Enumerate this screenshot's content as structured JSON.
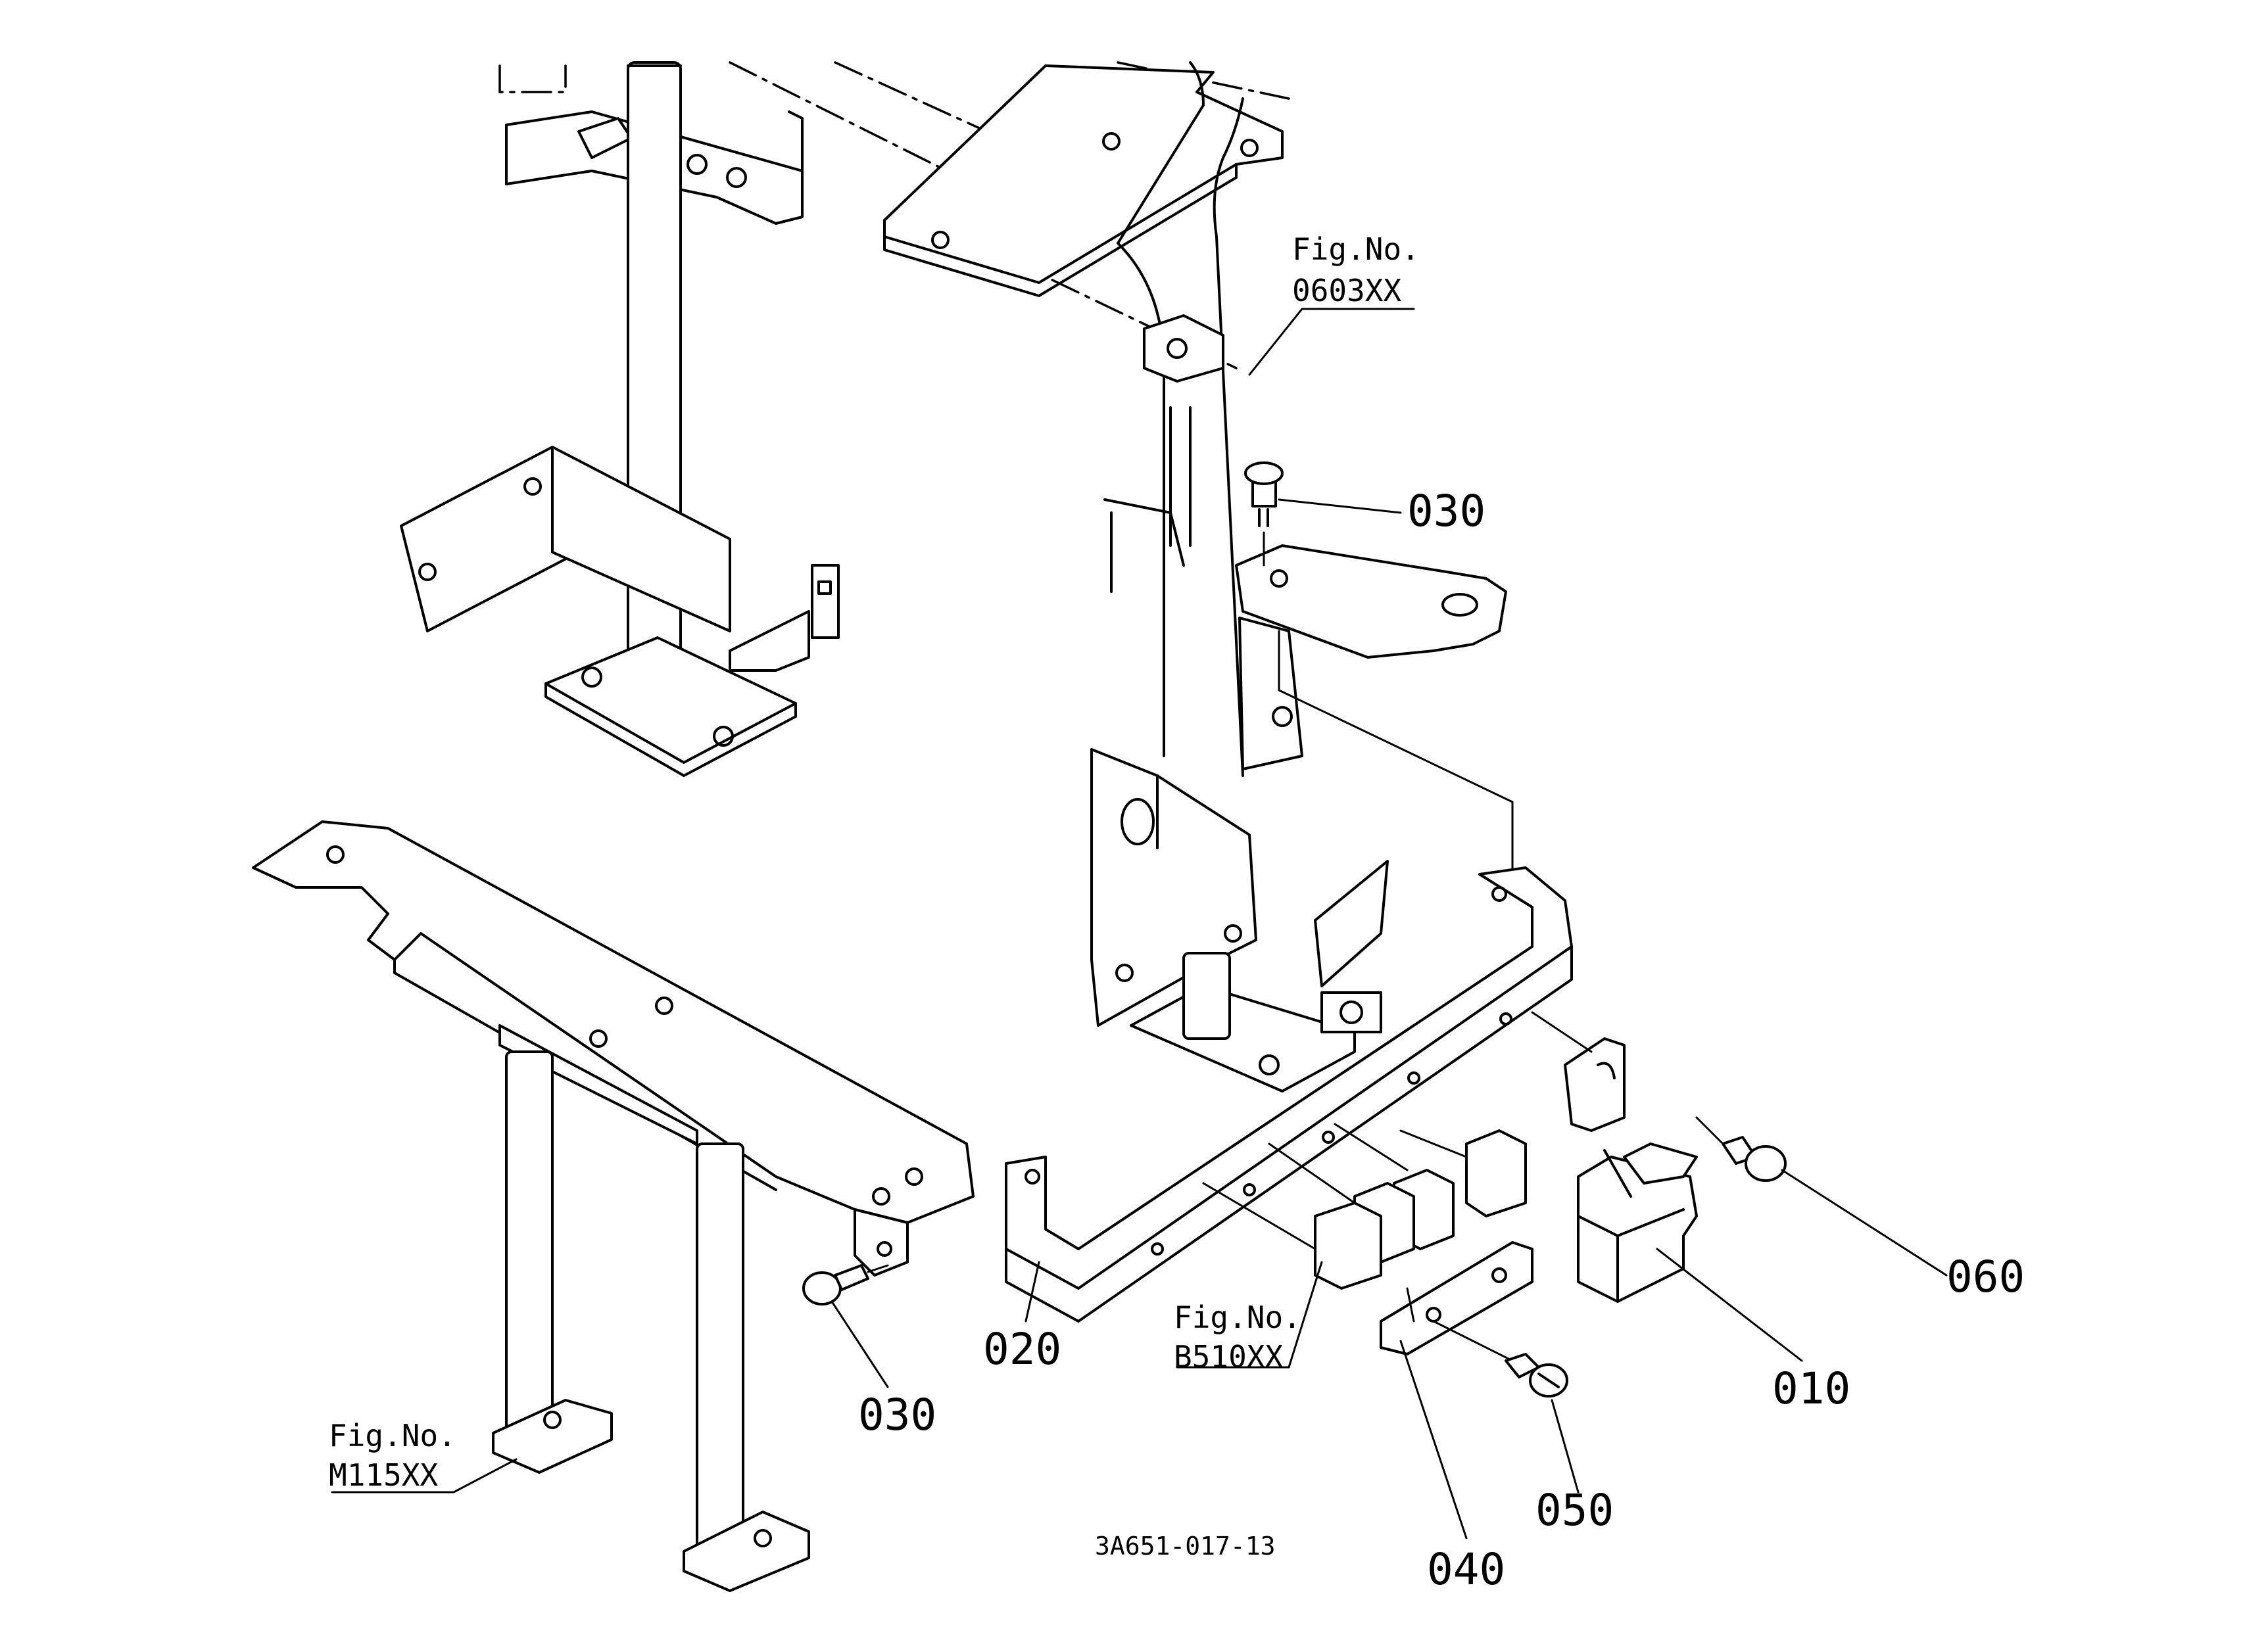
{
  "drawing_code": "3A651-017-13",
  "callouts": [
    {
      "id": "c030a",
      "text": "030"
    },
    {
      "id": "c030b",
      "text": "030"
    },
    {
      "id": "c020",
      "text": "020"
    },
    {
      "id": "c010",
      "text": "010"
    },
    {
      "id": "c060",
      "text": "060"
    },
    {
      "id": "c040",
      "text": "040"
    },
    {
      "id": "c050",
      "text": "050"
    }
  ],
  "fig_refs": [
    {
      "line1": "Fig.No.",
      "line2": "0603XX"
    },
    {
      "line1": "Fig.No.",
      "line2": "B510XX"
    },
    {
      "line1": "Fig.No.",
      "line2": "M115XX"
    }
  ]
}
